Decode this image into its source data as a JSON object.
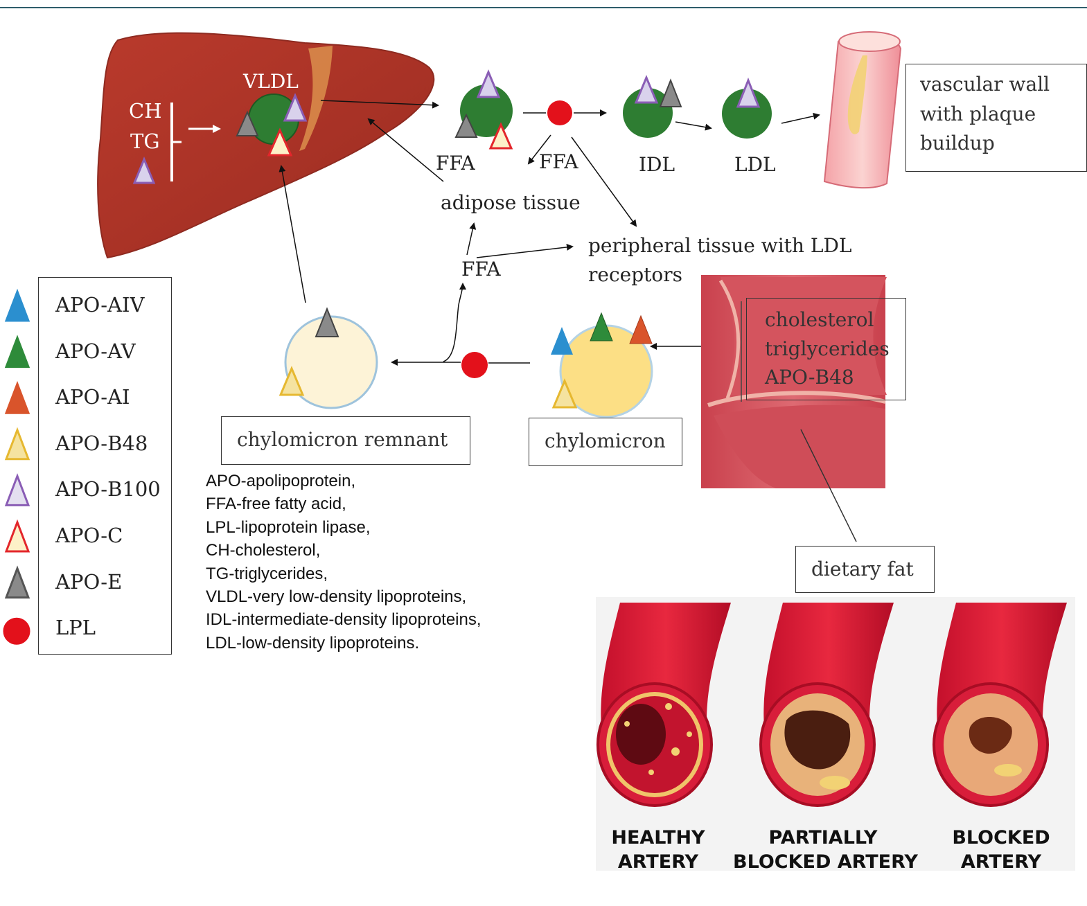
{
  "liver": {
    "vldl_label": "VLDL",
    "ch_label": "CH",
    "tg_label": "TG"
  },
  "pathway": {
    "ffa_left": "FFA",
    "ffa_right": "FFA",
    "ffa_center": "FFA",
    "idl": "IDL",
    "ldl": "LDL",
    "adipose_tissue": "adipose tissue",
    "peripheral_line1": "peripheral tissue with LDL",
    "peripheral_line2": "receptors"
  },
  "boxes": {
    "vascular_wall_line1": "vascular wall",
    "vascular_wall_line2": "with plaque",
    "vascular_wall_line3": "buildup",
    "intestine_line1": "cholesterol",
    "intestine_line2": "triglycerides",
    "intestine_line3": "APO-B48",
    "chylomicron_remnant": "chylomicron remnant",
    "chylomicron": "chylomicron",
    "dietary_fat": "dietary fat"
  },
  "legend": [
    {
      "label": "APO-AIV",
      "icon": "triangle",
      "color": "#2b8fcf",
      "outline": "#2b8fcf"
    },
    {
      "label": "APO-AV",
      "icon": "triangle",
      "color": "#2e8b3a",
      "outline": "#2e8b3a"
    },
    {
      "label": "APO-AI",
      "icon": "triangle",
      "color": "#d9542b",
      "outline": "#d9542b"
    },
    {
      "label": "APO-B48",
      "icon": "triangle",
      "color": "#f5e3a0",
      "outline": "#e6b830"
    },
    {
      "label": "APO-B100",
      "icon": "triangle",
      "color": "#e4e0f0",
      "outline": "#8a5db5"
    },
    {
      "label": "APO-C",
      "icon": "triangle",
      "color": "#fdf1c8",
      "outline": "#e3262b"
    },
    {
      "label": "APO-E",
      "icon": "triangle",
      "color": "#8a8a8a",
      "outline": "#555555"
    },
    {
      "label": "LPL",
      "icon": "circle",
      "color": "#e3111b",
      "outline": "#e3111b"
    }
  ],
  "abbreviations": [
    "APO-apolipoprotein,",
    "FFA-free fatty acid,",
    "LPL-lipoprotein lipase,",
    "CH-cholesterol,",
    "TG-triglycerides,",
    "VLDL-very low-density lipoproteins,",
    "IDL-intermediate-density lipoproteins,",
    "LDL-low-density lipoproteins."
  ],
  "artery_captions": [
    {
      "line1": "HEALTHY",
      "line2": "ARTERY"
    },
    {
      "line1": "PARTIALLY",
      "line2": "BLOCKED ARTERY"
    },
    {
      "line1": "BLOCKED",
      "line2": "ARTERY"
    }
  ]
}
